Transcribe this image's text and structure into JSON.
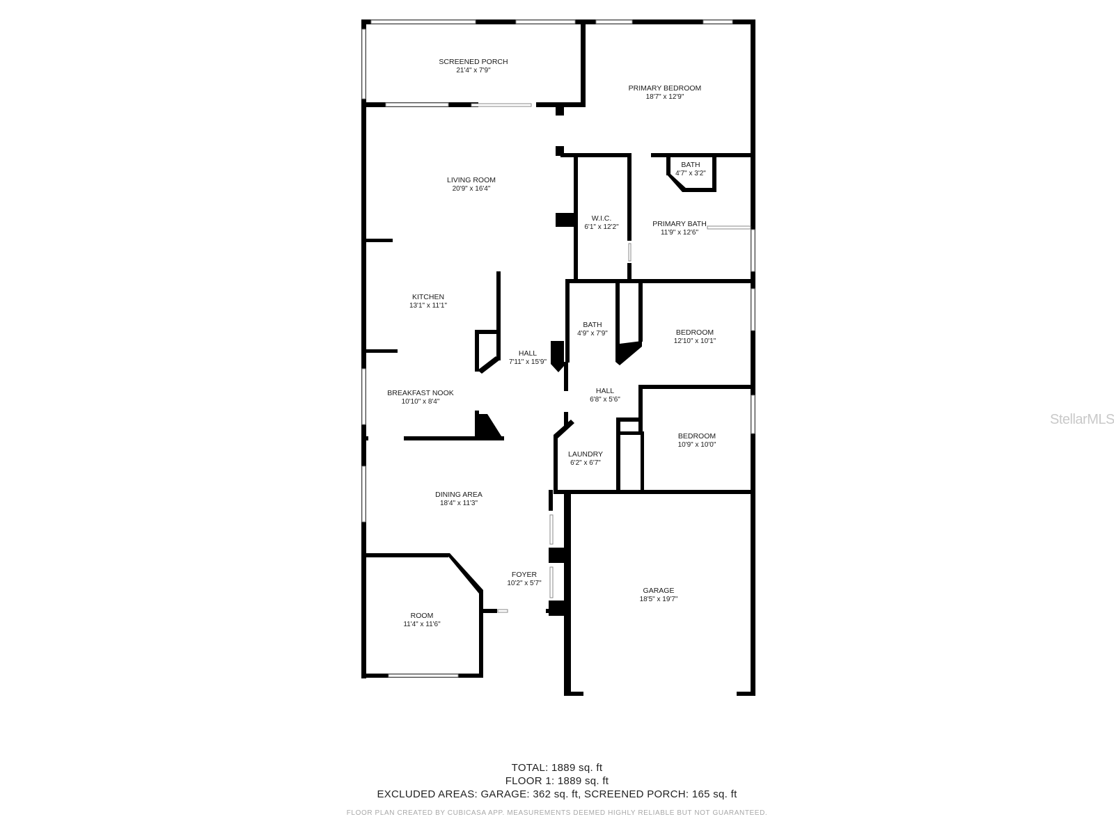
{
  "rooms": {
    "screened_porch": {
      "name": "SCREENED PORCH",
      "dim": "21'4\" x 7'9\""
    },
    "primary_bedroom": {
      "name": "PRIMARY BEDROOM",
      "dim": "18'7\" x 12'9\""
    },
    "living_room": {
      "name": "LIVING ROOM",
      "dim": "20'9\" x 16'4\""
    },
    "bath_small": {
      "name": "BATH",
      "dim": "4'7\" x 3'2\""
    },
    "wic": {
      "name": "W.I.C.",
      "dim": "6'1\" x 12'2\""
    },
    "primary_bath": {
      "name": "PRIMARY BATH",
      "dim": "11'9\" x 12'6\""
    },
    "kitchen": {
      "name": "KITCHEN",
      "dim": "13'1\" x 11'1\""
    },
    "bath": {
      "name": "BATH",
      "dim": "4'9\" x 7'9\""
    },
    "bedroom_1": {
      "name": "BEDROOM",
      "dim": "12'10\" x 10'1\""
    },
    "hall_1": {
      "name": "HALL",
      "dim": "7'11\" x 15'9\""
    },
    "breakfast_nook": {
      "name": "BREAKFAST NOOK",
      "dim": "10'10\" x 8'4\""
    },
    "hall_2": {
      "name": "HALL",
      "dim": "6'8\" x 5'6\""
    },
    "bedroom_2": {
      "name": "BEDROOM",
      "dim": "10'9\" x 10'0\""
    },
    "laundry": {
      "name": "LAUNDRY",
      "dim": "6'2\" x 6'7\""
    },
    "dining_area": {
      "name": "DINING AREA",
      "dim": "18'4\" x 11'3\""
    },
    "foyer": {
      "name": "FOYER",
      "dim": "10'2\" x 5'7\""
    },
    "garage": {
      "name": "GARAGE",
      "dim": "18'5\" x 19'7\""
    },
    "room": {
      "name": "ROOM",
      "dim": "11'4\" x 11'6\""
    }
  },
  "summary": {
    "total": "TOTAL: 1889 sq. ft",
    "floor1": "FLOOR 1: 1889 sq. ft",
    "excluded": "EXCLUDED AREAS: GARAGE: 362 sq. ft, SCREENED PORCH: 165 sq. ft"
  },
  "disclaimer": "FLOOR PLAN CREATED BY CUBICASA APP. MEASUREMENTS DEEMED HIGHLY RELIABLE BUT NOT GUARANTEED.",
  "watermark": "StellarMLS"
}
